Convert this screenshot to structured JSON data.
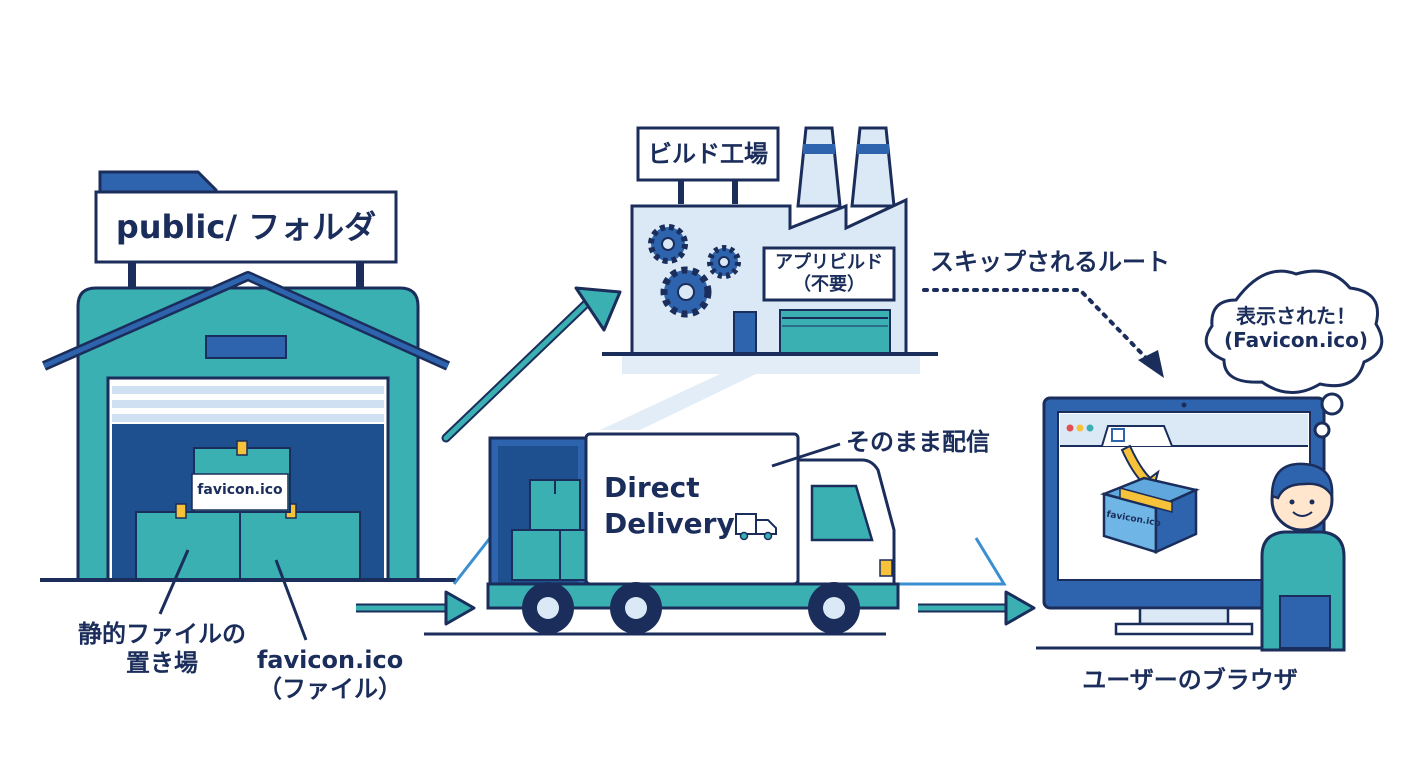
{
  "warehouse": {
    "sign": "public/ フォルダ",
    "box_label": "favicon.ico",
    "caption_static_line1": "静的ファイルの",
    "caption_static_line2": "置き場",
    "caption_file_line1": "favicon.ico",
    "caption_file_line2": "（ファイル）"
  },
  "factory": {
    "sign": "ビルド工場",
    "panel_line1": "アプリビルド",
    "panel_line2": "（不要）"
  },
  "route": {
    "skip_label": "スキップされるルート"
  },
  "truck": {
    "text_line1": "Direct",
    "text_line2": "Delivery",
    "callout": "そのまま配信"
  },
  "browser": {
    "screen_box_label": "favicon.ico",
    "thought_line1": "表示された！",
    "thought_line2": "(Favicon.ico)",
    "caption": "ユーザーのブラウザ"
  },
  "colors": {
    "navy": "#1b2d5b",
    "blue": "#2d64ad",
    "teal": "#3ab0b3",
    "light": "#dbe9f6",
    "yellow": "#f5c23a"
  }
}
